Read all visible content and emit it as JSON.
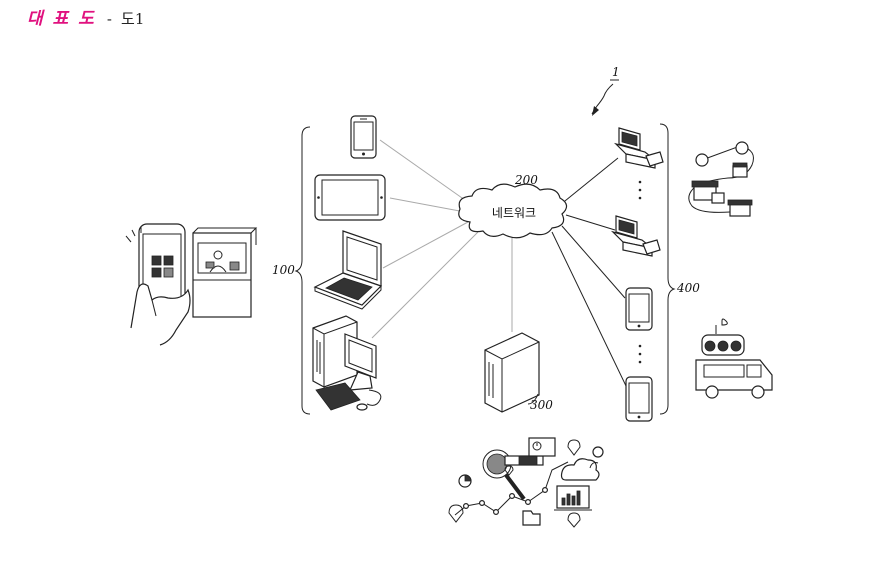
{
  "header": {
    "title": "대 표 도",
    "separator": "-",
    "figure": "도1"
  },
  "labels": {
    "system_ref": "1",
    "user_terminals": "100",
    "network_ref": "200",
    "network_text": "네트워크",
    "server_ref": "300",
    "merchant_terminals": "400"
  },
  "icons": [
    "smartphone-icon",
    "tablet-icon",
    "laptop-icon",
    "desktop-computer-icon",
    "server-icon",
    "pos-terminal-icon",
    "mobile-phone-icon",
    "qr-payment-icon",
    "food-truck-icon",
    "store-route-icon",
    "data-analytics-icon"
  ]
}
